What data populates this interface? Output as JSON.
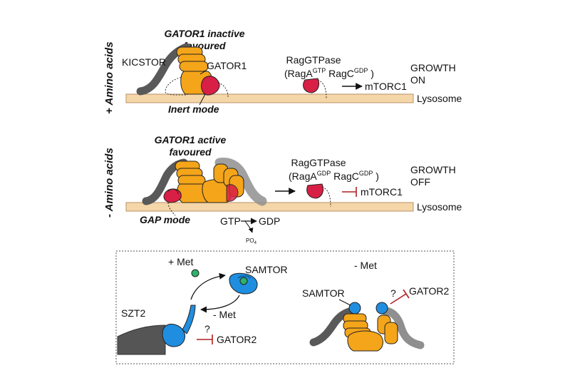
{
  "colors": {
    "membrane": "#f5d6a8",
    "membrane_edge": "#b89268",
    "gator1_orange": "#f5a51a",
    "rag_red": "#d81f45",
    "kicstor_gray": "#595959",
    "samtor_blue": "#1f8ee0",
    "met_green": "#2db36a",
    "inhibit_red": "#b01f1f"
  },
  "panel_top": {
    "side_label": "+ Amino acids",
    "state_title_line1": "GATOR1 inactive",
    "state_title_line2": "favoured",
    "kicstor_label": "KICSTOR",
    "gator1_label": "GATOR1",
    "mode_label": "Inert mode",
    "rag_title": "RagGTPase",
    "rag_a": "RagA",
    "rag_a_sup": "GTP",
    "rag_c": "RagC",
    "rag_c_sup": "GDP",
    "target": "mTORC1",
    "growth_line1": "GROWTH",
    "growth_line2": "ON",
    "lysosome": "Lysosome"
  },
  "panel_mid": {
    "side_label": "- Amino acids",
    "state_title_line1": "GATOR1 active",
    "state_title_line2": "favoured",
    "mode_label": "GAP mode",
    "gtp": "GTP",
    "gdp": "GDP",
    "po4": "PO",
    "po4_sub": "4",
    "rag_title": "RagGTPase",
    "rag_a": "RagA",
    "rag_a_sup": "GDP",
    "rag_c": "RagC",
    "rag_c_sup": "GDP",
    "target": "mTORC1",
    "growth_line1": "GROWTH",
    "growth_line2": "OFF",
    "lysosome": "Lysosome"
  },
  "panel_bottom": {
    "plus_met": "+ Met",
    "samtor": "SAMTOR",
    "minus_met_arrow": "- Met",
    "szt2": "SZT2",
    "question": "?",
    "gator2": "GATOR2",
    "minus_met_title": "- Met",
    "samtor_right": "SAMTOR",
    "question_right": "?",
    "gator2_right": "GATOR2"
  }
}
